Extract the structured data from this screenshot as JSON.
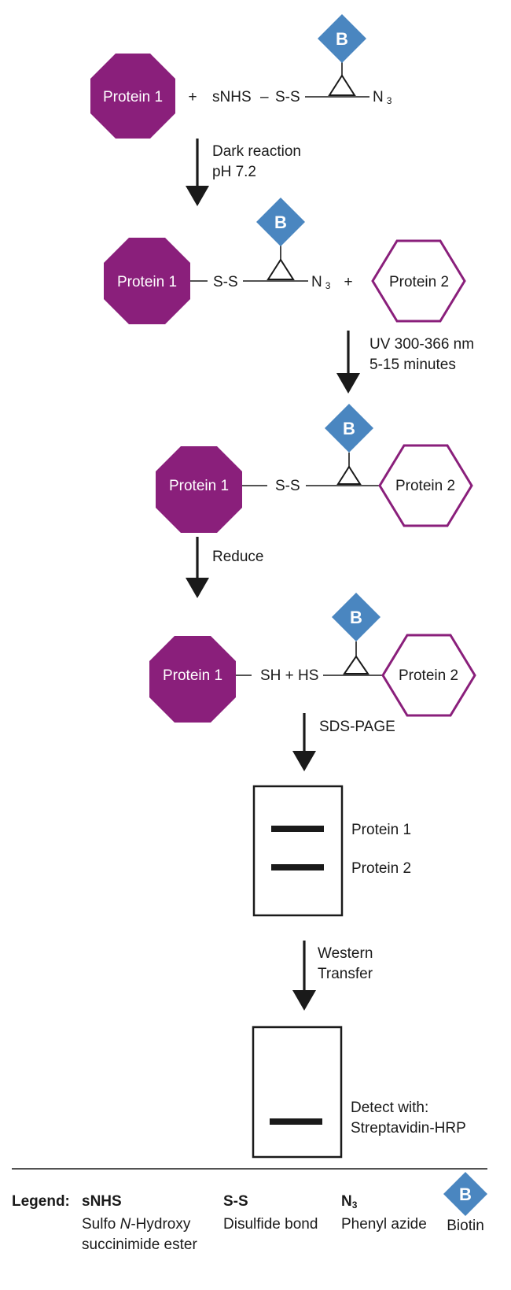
{
  "colors": {
    "protein1_fill": "#8a1f7b",
    "protein2_stroke": "#8a1f7b",
    "biotin_fill": "#4a86c0",
    "line": "#1a1a1a"
  },
  "labels": {
    "protein1": "Protein 1",
    "protein2": "Protein 2",
    "biotin": "B",
    "plus": "+",
    "snhs": "sNHS",
    "dash": "–",
    "ss": "S-S",
    "n": "N",
    "sub3": "3",
    "sh_hs": "SH + HS"
  },
  "steps": {
    "dark_reaction": [
      "Dark reaction",
      "pH 7.2"
    ],
    "uv": [
      "UV 300-366 nm",
      "5-15 minutes"
    ],
    "reduce": "Reduce",
    "sds": "SDS-PAGE",
    "western": [
      "Western",
      "Transfer"
    ]
  },
  "gel1_bands": [
    "Protein 1",
    "Protein 2"
  ],
  "gel2_text": [
    "Detect with:",
    "Streptavidin-HRP"
  ],
  "legend": {
    "title": "Legend:",
    "items": [
      {
        "term": "sNHS",
        "desc": [
          "Sulfo ",
          "N",
          "-Hydroxy",
          "succinimide ester"
        ]
      },
      {
        "term": "S-S",
        "desc": [
          "Disulfide bond"
        ]
      },
      {
        "term": "N",
        "term_sub": "3",
        "desc": [
          "Phenyl azide"
        ]
      },
      {
        "term": "B",
        "desc": [
          "Biotin"
        ]
      }
    ]
  }
}
